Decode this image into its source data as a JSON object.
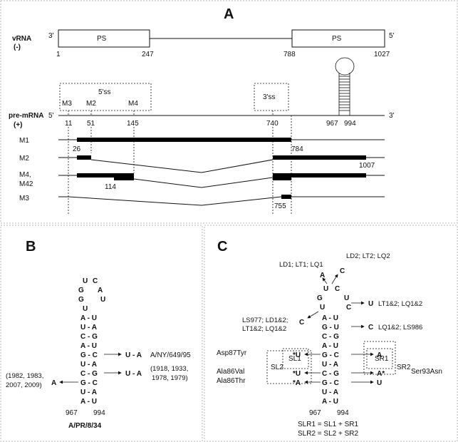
{
  "panels": {
    "a": "A",
    "b": "B",
    "c": "C"
  },
  "panel_a": {
    "vrna_label": "vRNA",
    "vrna_sign": "(-)",
    "vrna_end_left": "3'",
    "vrna_end_right": "5'",
    "ps_left": "PS",
    "ps_right": "PS",
    "vrna_positions": [
      "1",
      "247",
      "788",
      "1027"
    ],
    "splice5_label": "5'ss",
    "splice3_label": "3'ss",
    "site_labels": [
      "M3",
      "M2",
      "M4"
    ],
    "premrna_label": "pre-mRNA",
    "premrna_sign": "(+)",
    "premrna_end_left": "5'",
    "premrna_end_right": "3'",
    "premrna_positions": [
      "11",
      "51",
      "145",
      "740",
      "967",
      "994"
    ],
    "rows": [
      "M1",
      "M2",
      "M4,",
      "M42",
      "M3"
    ],
    "exon_positions": [
      "26",
      "784",
      "1007",
      "114",
      "755"
    ]
  },
  "panel_b": {
    "loop": [
      "U",
      "C",
      "G",
      "A",
      "G",
      "U",
      "U"
    ],
    "stem_rows": [
      "A - U",
      "U - A",
      "C - G",
      "A - U",
      "G - C",
      "U - A",
      "C - G",
      "G - C",
      "U - A",
      "A - U"
    ],
    "bulge": "A",
    "mut1_pair": "U - A",
    "mut1_strain": "A/NY/649/95",
    "mut2_pair": "U - A",
    "mut2_years": [
      "(1918, 1933,",
      "1978, 1979)"
    ],
    "bulge_years": [
      "(1982, 1983,",
      "2007, 2009)"
    ],
    "pos_left": "967",
    "pos_right": "994",
    "strain": "A/PR/8/34"
  },
  "panel_c": {
    "loop": [
      "A",
      "C",
      "U",
      "C",
      "G",
      "U",
      "U",
      "C"
    ],
    "stem_rows": [
      "A - U",
      "G - U",
      "C - G",
      "A - U",
      "G - C",
      "U - A",
      "C - G",
      "G - C",
      "U - A",
      "A - U"
    ],
    "ann_ld1": "LD1; LT1; LQ1",
    "ann_ld2": "LD2; LT2; LQ2",
    "ann_lt12": "LT1&2; LQ1&2",
    "ann_ls977": [
      "LS977; LD1&2;",
      "LT1&2; LQ1&2"
    ],
    "ann_lq12": "LQ1&2; LS986",
    "mut_left": [
      "*U",
      "*U",
      "*A"
    ],
    "mut_right": [
      "A",
      "A*",
      "U"
    ],
    "aa_left": [
      "Asp87Tyr",
      "Ala86Val",
      "Ala86Thr"
    ],
    "aa_right": "Ser93Asn",
    "box_labels": [
      "SL2",
      "SL1",
      "SR1",
      "SR2"
    ],
    "pos_left": "967",
    "pos_right": "994",
    "legend": [
      "SLR1 = SL1 + SR1",
      "SLR2 = SL2 + SR2"
    ]
  }
}
